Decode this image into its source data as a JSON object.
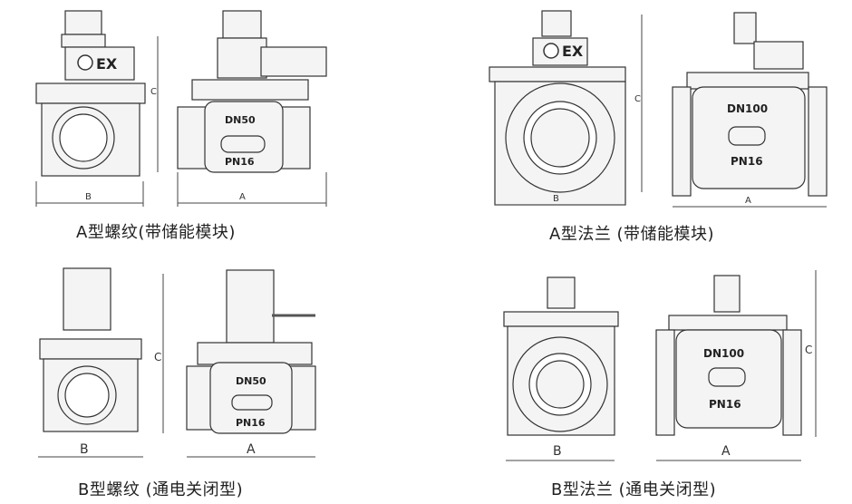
{
  "panels": [
    {
      "caption": "A型螺纹(带储能模块)",
      "dim_a": "A",
      "dim_b": "B",
      "dim_c": "C",
      "dn_label": "DN50",
      "pn_label": "PN16",
      "ex_label": "EX"
    },
    {
      "caption": "A型法兰 (带储能模块)",
      "dim_a": "A",
      "dim_b": "B",
      "dim_c": "C",
      "dn_label": "DN100",
      "pn_label": "PN16",
      "ex_label": "EX"
    },
    {
      "caption": "B型螺纹 (通电关闭型)",
      "dim_a": "A",
      "dim_b": "B",
      "dim_c": "C",
      "dn_label": "DN50",
      "pn_label": "PN16"
    },
    {
      "caption": "B型法兰 (通电关闭型)",
      "dim_a": "A",
      "dim_b": "B",
      "dim_c": "C",
      "dn_label": "DN100",
      "pn_label": "PN16"
    }
  ]
}
